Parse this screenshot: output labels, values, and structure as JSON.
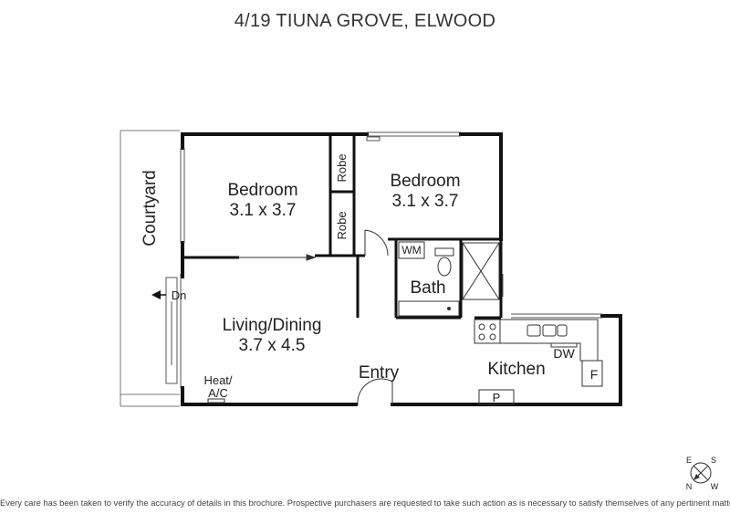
{
  "header": {
    "address": "4/19 TIUNA GROVE, ELWOOD"
  },
  "rooms": {
    "bedroom1": {
      "name": "Bedroom",
      "size": "3.1 x 3.7"
    },
    "bedroom2": {
      "name": "Bedroom",
      "size": "3.1 x 3.7"
    },
    "living": {
      "name": "Living/Dining",
      "size": "3.7 x 4.5"
    },
    "bath": {
      "name": "Bath"
    },
    "kitchen": {
      "name": "Kitchen"
    },
    "entry": {
      "name": "Entry"
    },
    "courtyard": {
      "name": "Courtyard"
    },
    "robe1": "Robe",
    "robe2": "Robe"
  },
  "fixtures": {
    "wm": "WM",
    "dw": "DW",
    "fridge": "F",
    "pantry": "P",
    "heat_line1": "Heat/",
    "heat_line2": "A/C",
    "down": "Dn"
  },
  "compass": {
    "e": "E",
    "s": "S",
    "n": "N",
    "w": "W"
  },
  "footer": {
    "disclaimer": "Every care has been taken to verify the accuracy of details in this brochure. Prospective purchasers are requested to take such action as is necessary to satisfy themselves of any pertinent matters"
  },
  "colors": {
    "wall": "#111111",
    "line": "#555555"
  }
}
